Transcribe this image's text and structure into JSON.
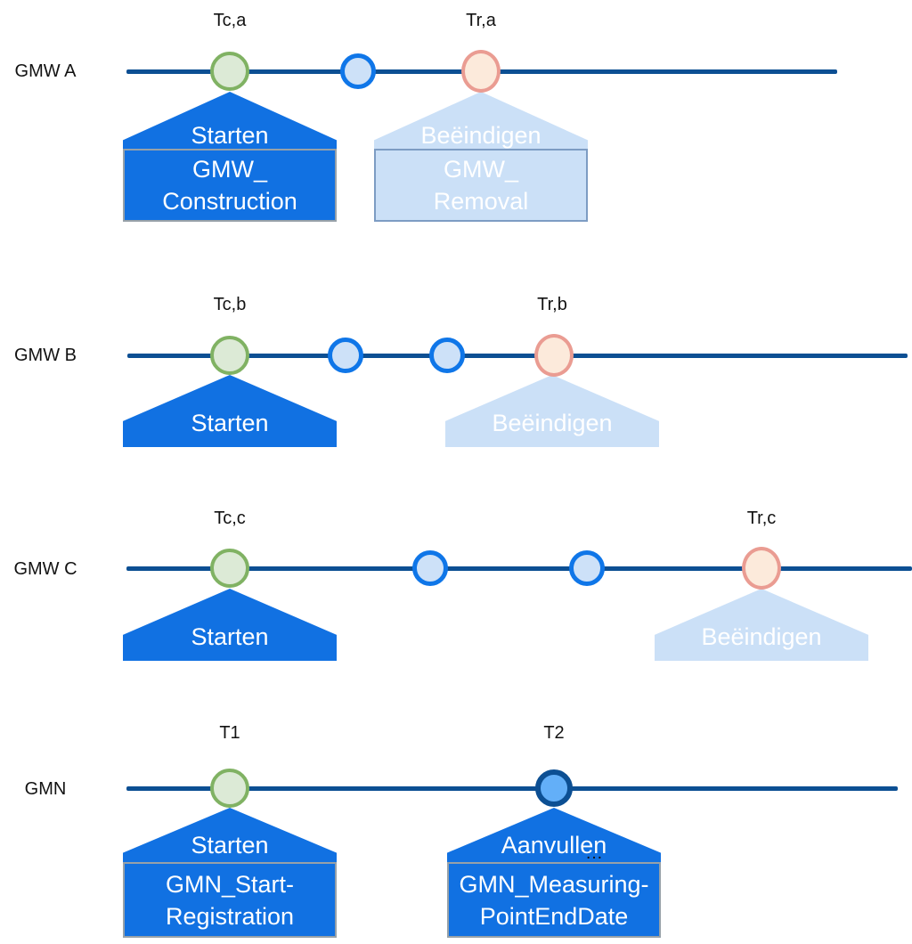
{
  "palette": {
    "timeline": "#0C4F93",
    "callout-dark": "#1171E2",
    "callout-light": "#CBE0F7",
    "callout-text": "#FFFFFF",
    "box-border-dark": "#97A1A8",
    "box-border-light": "#7D9CC3",
    "green-border": "#80B263",
    "green-fill": "#DCEAD6",
    "blue-border": "#0F76E8",
    "blue-fill": "#CDE1F8",
    "salmon-border": "#EA9C92",
    "salmon-fill": "#FCEADB",
    "navy-border": "#0C4F93",
    "navy-fill": "#63AFF8",
    "text": "#121212"
  },
  "rows": [
    {
      "label": "GMW A",
      "ticks": [
        {
          "text": "Tc,a"
        },
        {
          "text": "Tr,a"
        }
      ],
      "markers": [
        "construction-start-green",
        "interim-blue",
        "removal-salmon"
      ],
      "callouts": [
        {
          "style": "dark",
          "title": "Starten",
          "box_lines": [
            "GMW_",
            "Construction"
          ]
        },
        {
          "style": "light",
          "title": "Beëindigen",
          "box_lines": [
            "GMW_",
            "Removal"
          ]
        }
      ]
    },
    {
      "label": "GMW B",
      "ticks": [
        {
          "text": "Tc,b"
        },
        {
          "text": "Tr,b"
        }
      ],
      "markers": [
        "construction-start-green",
        "interim-blue",
        "interim-blue",
        "removal-salmon"
      ],
      "callouts": [
        {
          "style": "dark",
          "title": "Starten"
        },
        {
          "style": "light",
          "title": "Beëindigen"
        }
      ]
    },
    {
      "label": "GMW C",
      "ticks": [
        {
          "text": "Tc,c"
        },
        {
          "text": "Tr,c"
        }
      ],
      "markers": [
        "construction-start-green",
        "interim-blue",
        "interim-blue",
        "removal-salmon"
      ],
      "callouts": [
        {
          "style": "dark",
          "title": "Starten"
        },
        {
          "style": "light",
          "title": "Beëindigen"
        }
      ]
    },
    {
      "label": "GMN",
      "ticks": [
        {
          "text": "T1"
        },
        {
          "text": "T2"
        }
      ],
      "markers": [
        "registration-start-green",
        "measuringpoint-navy"
      ],
      "callouts": [
        {
          "style": "dark",
          "title": "Starten",
          "box_lines": [
            "GMN_Start-",
            "Registration"
          ]
        },
        {
          "style": "dark",
          "title": "Aanvullen",
          "ellipsis": "…",
          "box_lines": [
            "GMN_Measuring-",
            "PointEndDate"
          ]
        }
      ]
    }
  ]
}
